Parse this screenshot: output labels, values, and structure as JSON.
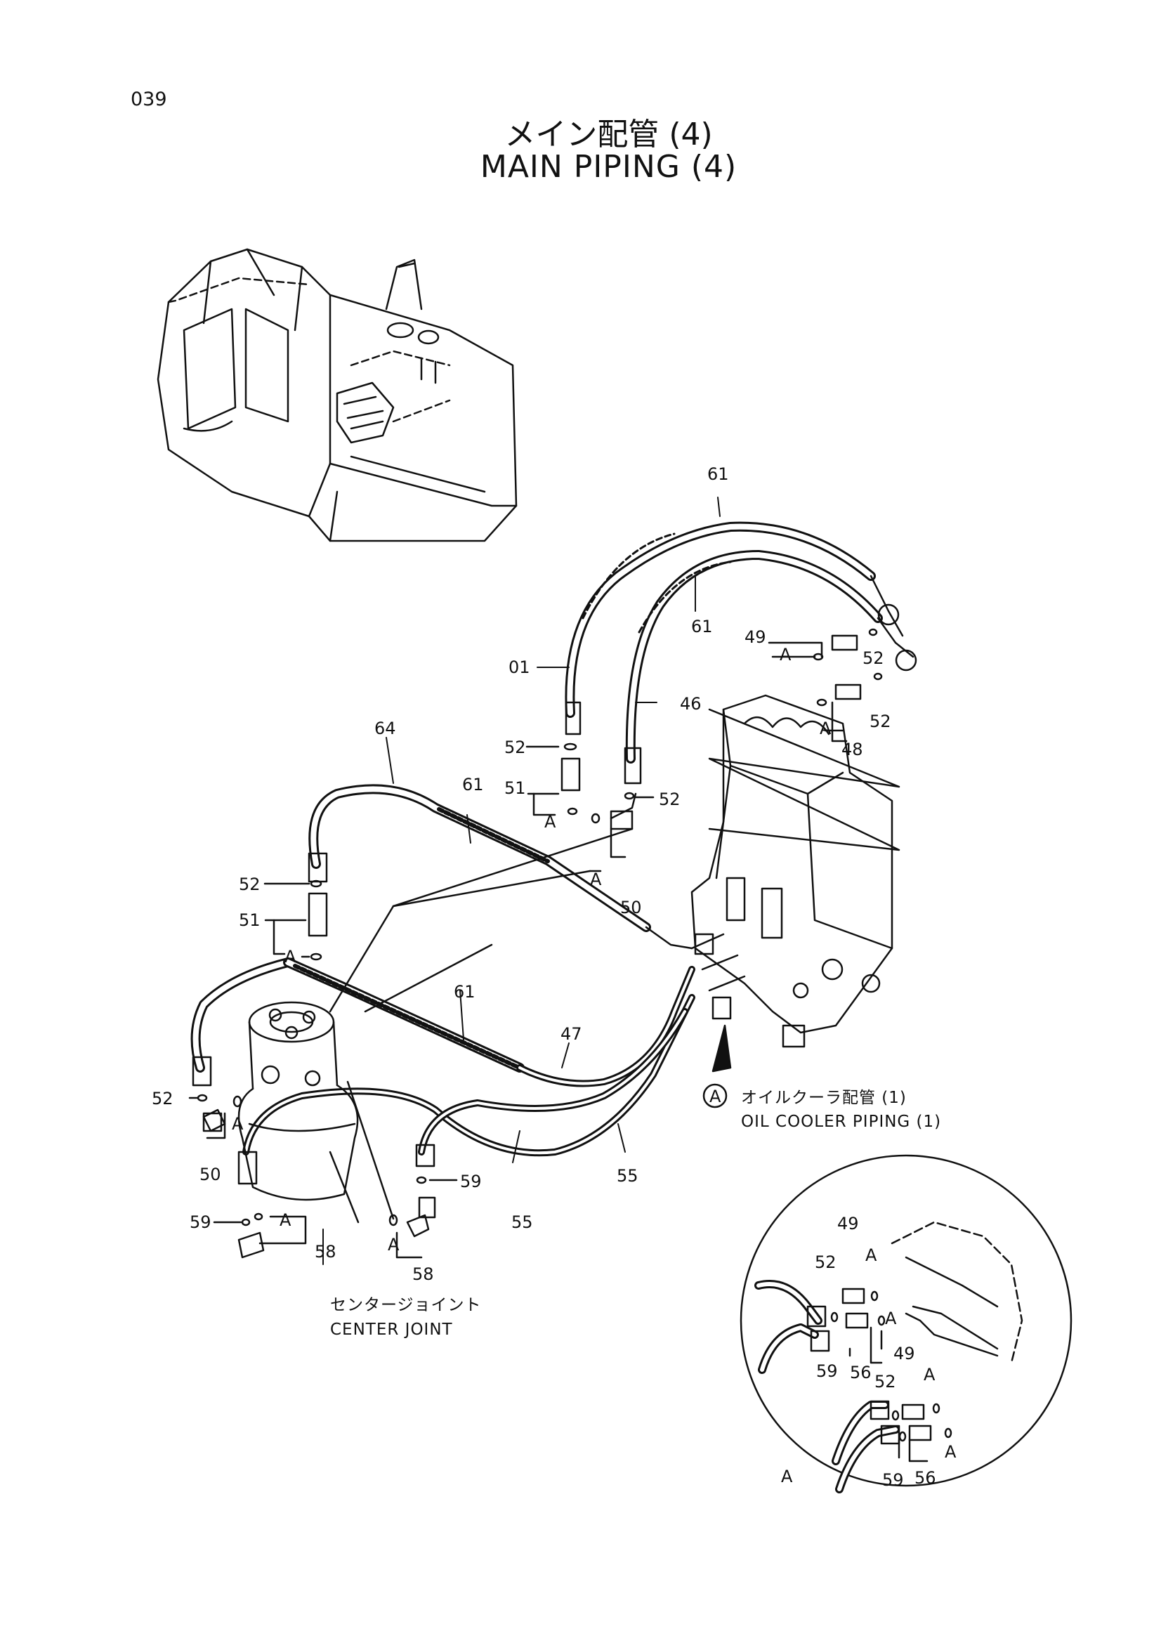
{
  "header": {
    "page_number": "039",
    "title_jp": "メイン配管 (4)",
    "title_en": "MAIN PIPING (4)"
  },
  "callouts": {
    "oil_cooler_ref": "A",
    "oil_cooler_jp": "オイルクーラ配管 (1)",
    "oil_cooler_en": "OIL COOLER PIPING (1)",
    "center_joint_jp": "センタージョイント",
    "center_joint_en": "CENTER JOINT",
    "detail_view": "A"
  },
  "part_labels": [
    "61",
    "61",
    "49",
    "A",
    "52",
    "01",
    "46",
    "52",
    "A",
    "48",
    "64",
    "61",
    "52",
    "51",
    "A",
    "52",
    "A",
    "50",
    "52",
    "51",
    "A",
    "61",
    "47",
    "52",
    "A",
    "50",
    "59",
    "55",
    "55",
    "59",
    "A",
    "58",
    "A",
    "58",
    "49",
    "A",
    "52",
    "A",
    "59",
    "56",
    "49",
    "52",
    "A",
    "A",
    "59",
    "56"
  ]
}
